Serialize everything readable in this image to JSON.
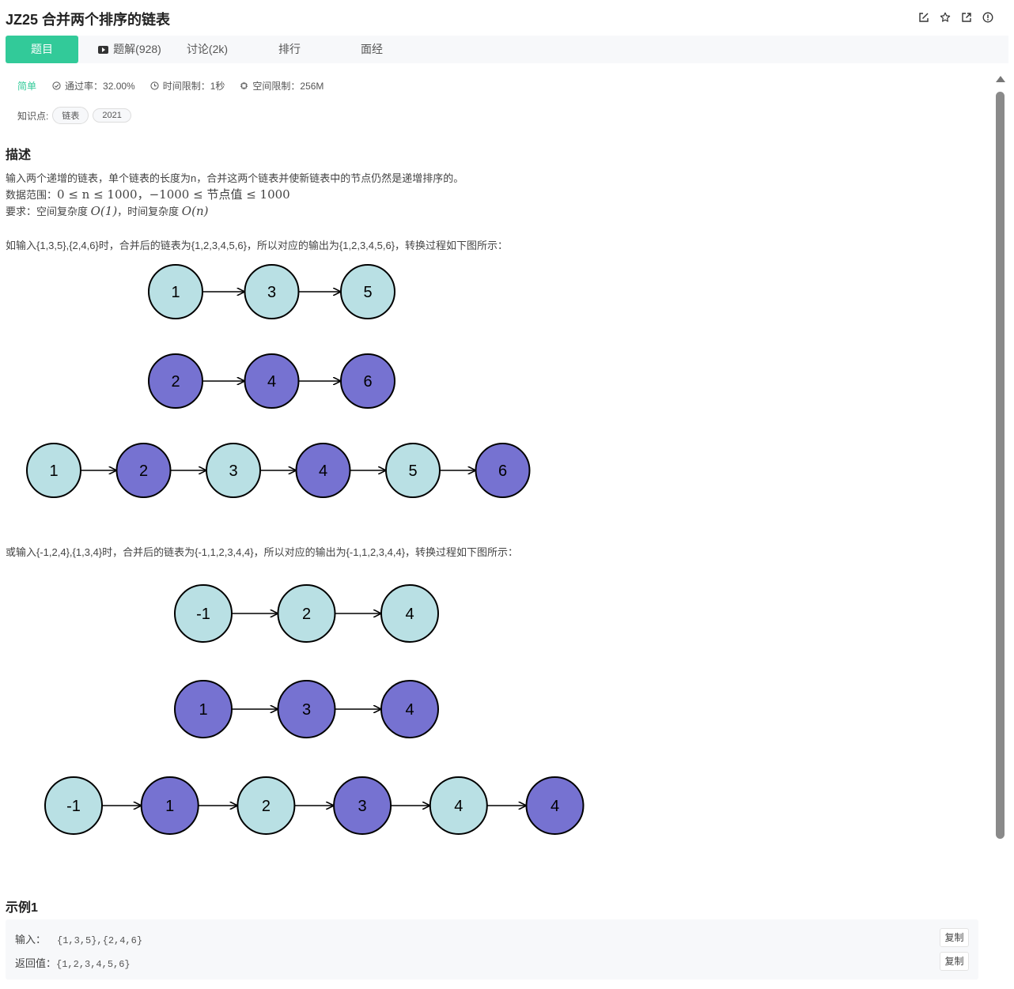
{
  "header": {
    "title": "JZ25  合并两个排序的链表",
    "icons": [
      "edit-icon",
      "star-icon",
      "external-link-icon",
      "info-icon"
    ]
  },
  "tabs": [
    {
      "label": "题目",
      "active": true
    },
    {
      "label": "题解(928)",
      "icon": "video-icon"
    },
    {
      "label": "讨论(2k)"
    },
    {
      "label": "排行"
    },
    {
      "label": "面经"
    }
  ],
  "meta": {
    "difficulty": "简单",
    "pass_rate": "通过率：32.00%",
    "time_limit": "时间限制：1秒",
    "space_limit": "空间限制：256M"
  },
  "knowledge": {
    "label": "知识点:",
    "tags": [
      "链表",
      "2021"
    ]
  },
  "description": {
    "heading": "描述",
    "line1": "输入两个递增的链表，单个链表的长度为n，合并这两个链表并使新链表中的节点仍然是递增排序的。",
    "range_label": "数据范围：",
    "range_math": "0 ≤ n ≤ 1000，−1000 ≤ 节点值 ≤ 1000",
    "req_label": "要求：空间复杂度 ",
    "space_complexity": "O(1)",
    "req_mid": "，时间复杂度 ",
    "time_complexity": "O(n)",
    "example_text_1": "如输入{1,3,5},{2,4,6}时，合并后的链表为{1,2,3,4,5,6}，所以对应的输出为{1,2,3,4,5,6}，转换过程如下图所示：",
    "example_text_2": "或输入{-1,2,4},{1,3,4}时，合并后的链表为{-1,1,2,3,4,4}，所以对应的输出为{-1,1,2,3,4,4}，转换过程如下图所示："
  },
  "diagram1": {
    "list_a": [
      "1",
      "3",
      "5"
    ],
    "list_b": [
      "2",
      "4",
      "6"
    ],
    "merged": [
      {
        "v": "1",
        "from": "a"
      },
      {
        "v": "2",
        "from": "b"
      },
      {
        "v": "3",
        "from": "a"
      },
      {
        "v": "4",
        "from": "b"
      },
      {
        "v": "5",
        "from": "a"
      },
      {
        "v": "6",
        "from": "b"
      }
    ]
  },
  "diagram2": {
    "list_a": [
      "-1",
      "2",
      "4"
    ],
    "list_b": [
      "1",
      "3",
      "4"
    ],
    "merged": [
      {
        "v": "-1",
        "from": "a"
      },
      {
        "v": "1",
        "from": "b"
      },
      {
        "v": "2",
        "from": "a"
      },
      {
        "v": "3",
        "from": "b"
      },
      {
        "v": "4",
        "from": "a"
      },
      {
        "v": "4",
        "from": "b"
      }
    ]
  },
  "colors": {
    "list_a": "#b9e0e4",
    "list_b": "#7672d1",
    "accent": "#32ca99"
  },
  "example1": {
    "heading": "示例1",
    "input_label": "输入：",
    "input_value": "{1,3,5},{2,4,6}",
    "output_label": "返回值：",
    "output_value": "{1,2,3,4,5,6}",
    "copy_label": "复制"
  }
}
